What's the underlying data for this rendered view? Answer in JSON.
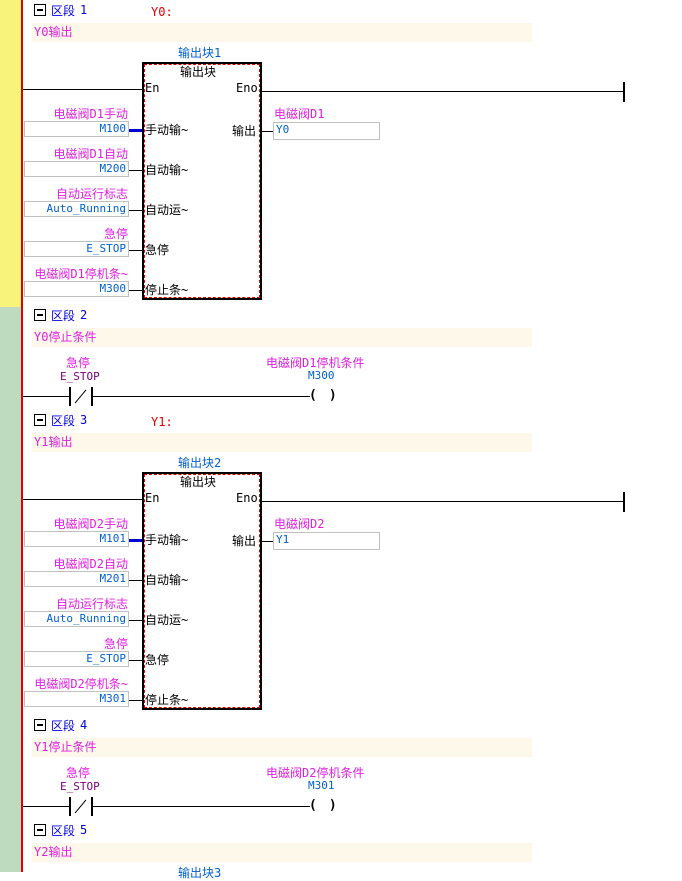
{
  "networks": [
    {
      "section": "区段",
      "num": "1",
      "note": "Y0:",
      "comment": "Y0输出",
      "type": "block",
      "block_name": "输出块1",
      "block_title": "输出块",
      "en": "En",
      "eno": "Eno",
      "out_pin": "输出",
      "out_comment": "电磁阀D1",
      "out_value": "Y0",
      "inputs": [
        {
          "comment": "电磁阀D1手动",
          "value": "M100",
          "pin": "手动输~"
        },
        {
          "comment": "电磁阀D1自动",
          "value": "M200",
          "pin": "自动输~"
        },
        {
          "comment": "自动运行标志",
          "value": "Auto_Running",
          "pin": "自动运~"
        },
        {
          "comment": "急停",
          "value": "E_STOP",
          "pin": "急停"
        },
        {
          "comment": "电磁阀D1停机条~",
          "value": "M300",
          "pin": "停止条~"
        }
      ]
    },
    {
      "section": "区段",
      "num": "2",
      "comment": "Y0停止条件",
      "type": "rung",
      "contact_comment": "急停",
      "contact": "E_STOP",
      "coil_comment": "电磁阀D1停机条件",
      "coil": "M300"
    },
    {
      "section": "区段",
      "num": "3",
      "note": "Y1:",
      "comment": "Y1输出",
      "type": "block",
      "block_name": "输出块2",
      "block_title": "输出块",
      "en": "En",
      "eno": "Eno",
      "out_pin": "输出",
      "out_comment": "电磁阀D2",
      "out_value": "Y1",
      "inputs": [
        {
          "comment": "电磁阀D2手动",
          "value": "M101",
          "pin": "手动输~"
        },
        {
          "comment": "电磁阀D2自动",
          "value": "M201",
          "pin": "自动输~"
        },
        {
          "comment": "自动运行标志",
          "value": "Auto_Running",
          "pin": "自动运~"
        },
        {
          "comment": "急停",
          "value": "E_STOP",
          "pin": "急停"
        },
        {
          "comment": "电磁阀D2停机条~",
          "value": "M301",
          "pin": "停止条~"
        }
      ]
    },
    {
      "section": "区段",
      "num": "4",
      "comment": "Y1停止条件",
      "type": "rung",
      "contact_comment": "急停",
      "contact": "E_STOP",
      "coil_comment": "电磁阀D2停机条件",
      "coil": "M301"
    },
    {
      "section": "区段",
      "num": "5",
      "comment": "Y2输出",
      "type": "partial",
      "block_name": "输出块3"
    }
  ]
}
